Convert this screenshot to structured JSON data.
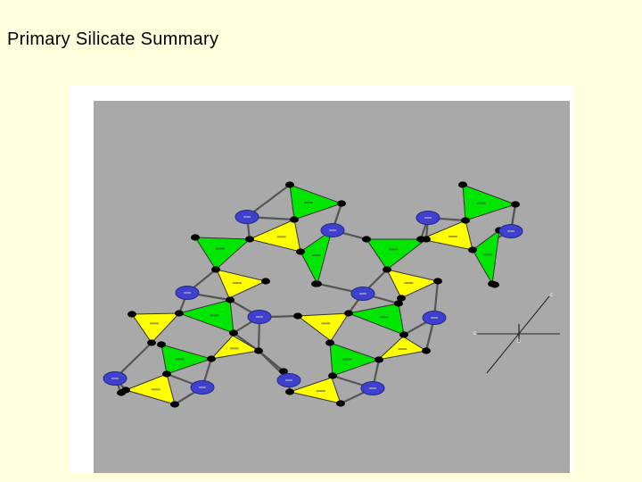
{
  "slide": {
    "title": "Primary Silicate Summary"
  },
  "colors": {
    "background": "#ffffdd",
    "panel": "#a9a9a9",
    "tetra_green": "#00e600",
    "tetra_yellow": "#ffff00",
    "silicon": "#3f3fd0",
    "oxygen": "#000000",
    "bond": "#555555"
  },
  "diagram": {
    "axes": {
      "a": "c",
      "b": "c",
      "c": "b"
    }
  }
}
